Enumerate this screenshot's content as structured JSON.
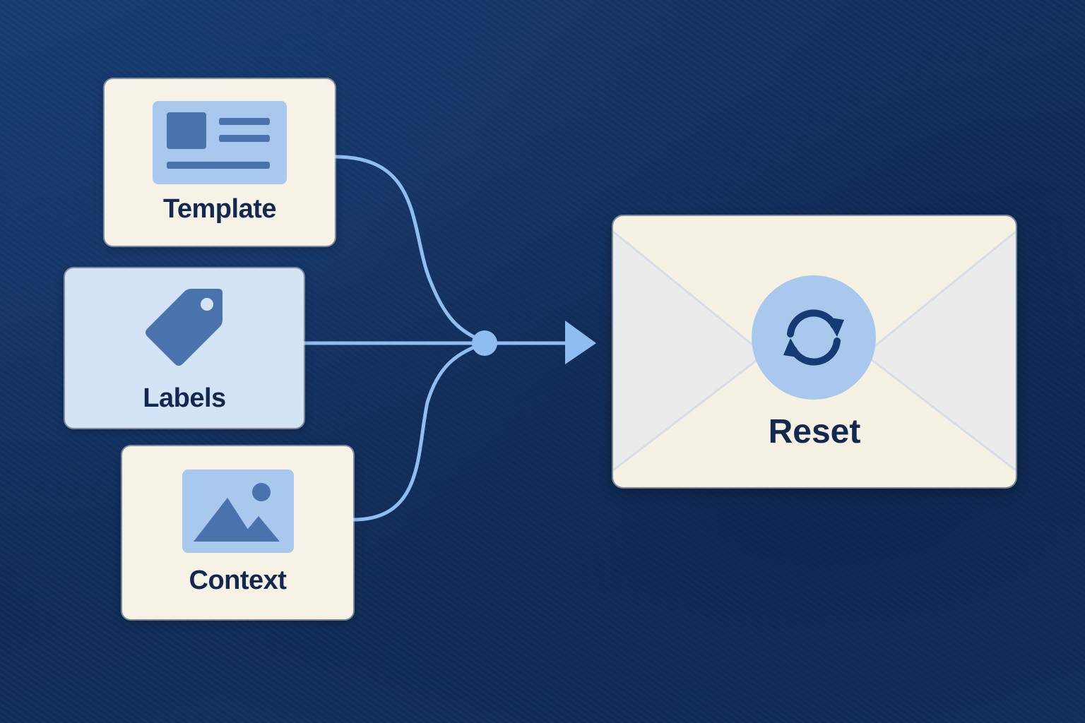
{
  "inputs": [
    {
      "id": "template",
      "label": "Template",
      "icon": "template-icon"
    },
    {
      "id": "labels",
      "label": "Labels",
      "icon": "tag-icon"
    },
    {
      "id": "context",
      "label": "Context",
      "icon": "image-icon"
    }
  ],
  "output": {
    "label": "Reset",
    "icon": "refresh-icon",
    "container_icon": "envelope-icon"
  },
  "colors": {
    "background": "#12305e",
    "card_cream": "#f6f3e6",
    "card_blue": "#d4e4f7",
    "connector": "#8fbdf0",
    "text": "#13284f",
    "icon_dark": "#4a72ad",
    "icon_light": "#a8c8ee"
  }
}
